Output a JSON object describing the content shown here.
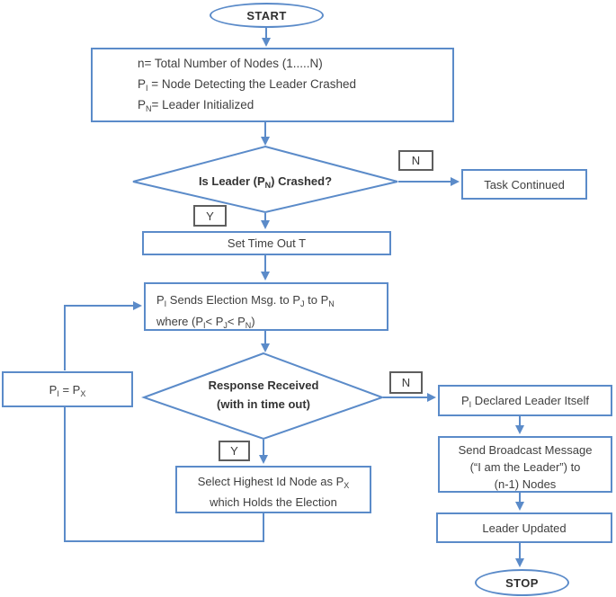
{
  "palette": {
    "shape_border": "#5b8bc9",
    "connector": "#5b8bc9",
    "label_border": "#5e5e5e",
    "text": "#3f3f3f"
  },
  "nodes": {
    "start": {
      "label": "START"
    },
    "init": {
      "line1": "n= Total Number of Nodes (1.....N)",
      "line2": [
        {
          "t": "P"
        },
        {
          "sub": "I"
        },
        {
          "t": " = Node Detecting the Leader Crashed"
        }
      ],
      "line3": [
        {
          "t": "P"
        },
        {
          "sub": "N"
        },
        {
          "t": "= Leader Initialized"
        }
      ]
    },
    "leader_check": {
      "question": [
        {
          "t": "Is Leader (P"
        },
        {
          "sub": "N"
        },
        {
          "t": ") Crashed?"
        }
      ]
    },
    "task_continued": {
      "label": "Task Continued"
    },
    "set_timeout": {
      "label": "Set Time Out T"
    },
    "election_msg": {
      "line1": [
        {
          "t": "P"
        },
        {
          "sub": "I"
        },
        {
          "t": " Sends Election Msg. to P"
        },
        {
          "sub": "J"
        },
        {
          "t": " to P"
        },
        {
          "sub": "N"
        }
      ],
      "line2": [
        {
          "t": "where (P"
        },
        {
          "sub": "I"
        },
        {
          "t": "< P"
        },
        {
          "sub": "J"
        },
        {
          "t": "< P"
        },
        {
          "sub": "N"
        },
        {
          "t": ")"
        }
      ]
    },
    "response_check": {
      "line1": "Response Received",
      "line2": "(with in time out)"
    },
    "assign": {
      "label": [
        {
          "t": "P"
        },
        {
          "sub": "I"
        },
        {
          "t": " = P"
        },
        {
          "sub": "X"
        }
      ]
    },
    "declared": {
      "label": [
        {
          "t": "P"
        },
        {
          "sub": "I"
        },
        {
          "t": " Declared Leader Itself"
        }
      ]
    },
    "select_highest": {
      "line1": [
        {
          "t": "Select Highest Id Node as P"
        },
        {
          "sub": "X"
        }
      ],
      "line2": "which Holds the Election"
    },
    "broadcast": {
      "line1": "Send Broadcast Message",
      "line2": "(“I am the Leader”) to",
      "line3": "(n-1) Nodes"
    },
    "leader_updated": {
      "label": "Leader Updated"
    },
    "stop": {
      "label": "STOP"
    }
  },
  "branch_labels": {
    "leader_check_no": "N",
    "leader_check_yes": "Y",
    "response_no": "N",
    "response_yes": "Y"
  }
}
